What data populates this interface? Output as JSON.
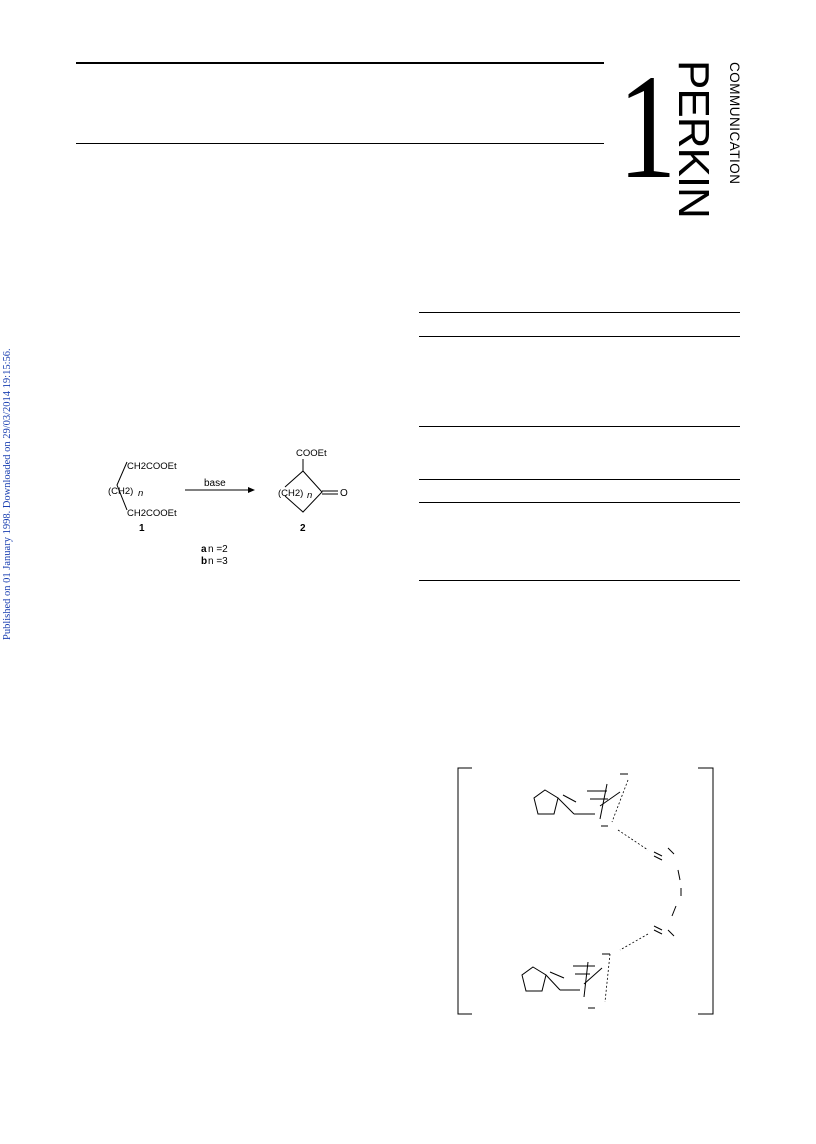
{
  "side_note": "Published on 01 January 1998. Downloaded on 29/03/2014 19:15:56.",
  "logo": {
    "number": "1",
    "word": "PERKIN",
    "tagline": "COMMUNICATION"
  },
  "scheme": {
    "substituent_top": "CH2COOEt",
    "substituent_mid": "(CH2)",
    "n_label": "n",
    "substituent_bottom": "CH2COOEt",
    "reagent": "base",
    "product_ester": "COOEt",
    "product_ring": "(CH2)",
    "product_carbonyl": "O",
    "compound_1": "1",
    "compound_2": "2",
    "variant_a_label": "a",
    "variant_a_value": "n =2",
    "variant_b_label": "b",
    "variant_b_value": "n =3"
  }
}
